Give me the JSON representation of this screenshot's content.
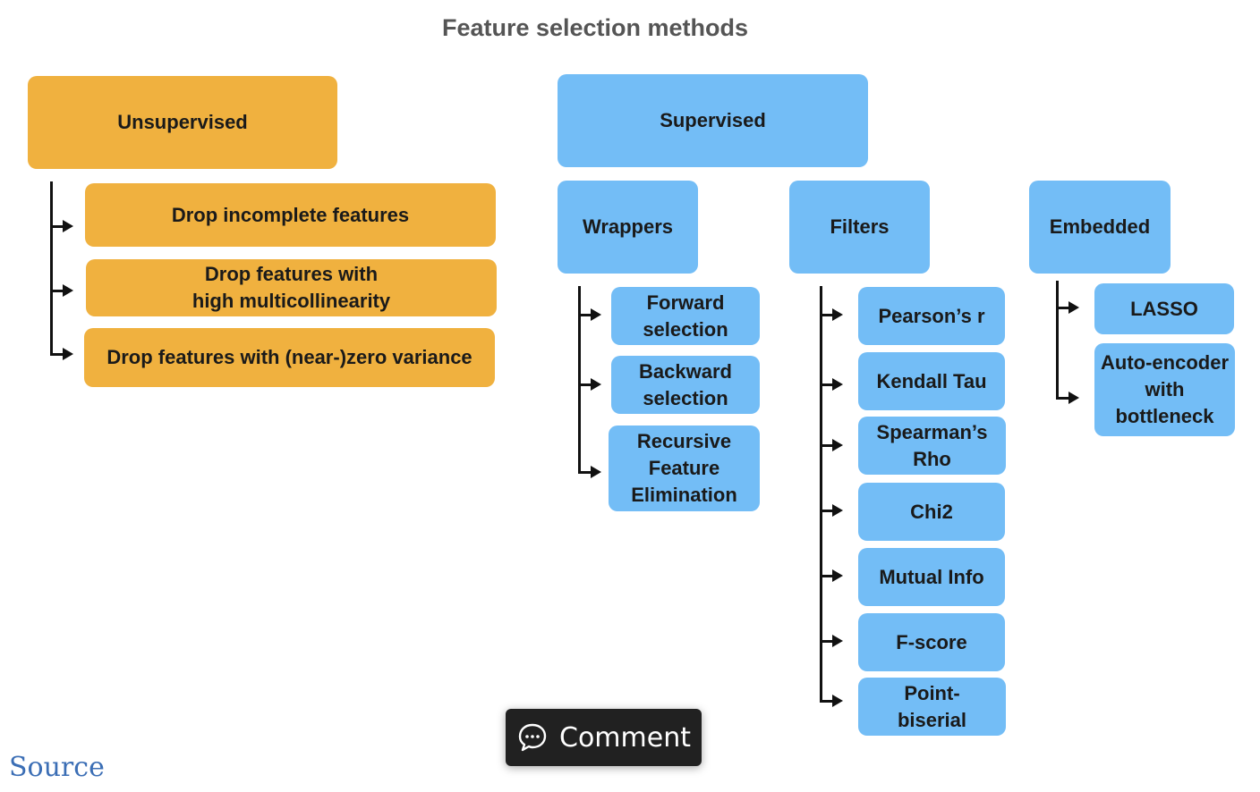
{
  "title": "Feature selection methods",
  "colors": {
    "unsupervised": "#f0b13f",
    "supervised": "#73bdf6",
    "connector": "#111111"
  },
  "unsupervised": {
    "label": "Unsupervised",
    "items": [
      "Drop incomplete features",
      "Drop features with high multicollinearity",
      "Drop features with (near-)zero variance"
    ]
  },
  "supervised": {
    "label": "Supervised",
    "wrappers": {
      "label": "Wrappers",
      "items": [
        "Forward selection",
        "Backward selection",
        "Recursive Feature Elimination"
      ]
    },
    "filters": {
      "label": "Filters",
      "items": [
        "Pearson’s r",
        "Kendall Tau",
        "Spearman’s Rho",
        "Chi2",
        "Mutual Info",
        "F-score",
        "Point-biserial"
      ]
    },
    "embedded": {
      "label": "Embedded",
      "items": [
        "LASSO",
        "Auto-encoder with bottleneck"
      ]
    }
  },
  "comment_button": {
    "label": "Comment",
    "icon": "comment-bubble-icon"
  },
  "source_link": "Source"
}
